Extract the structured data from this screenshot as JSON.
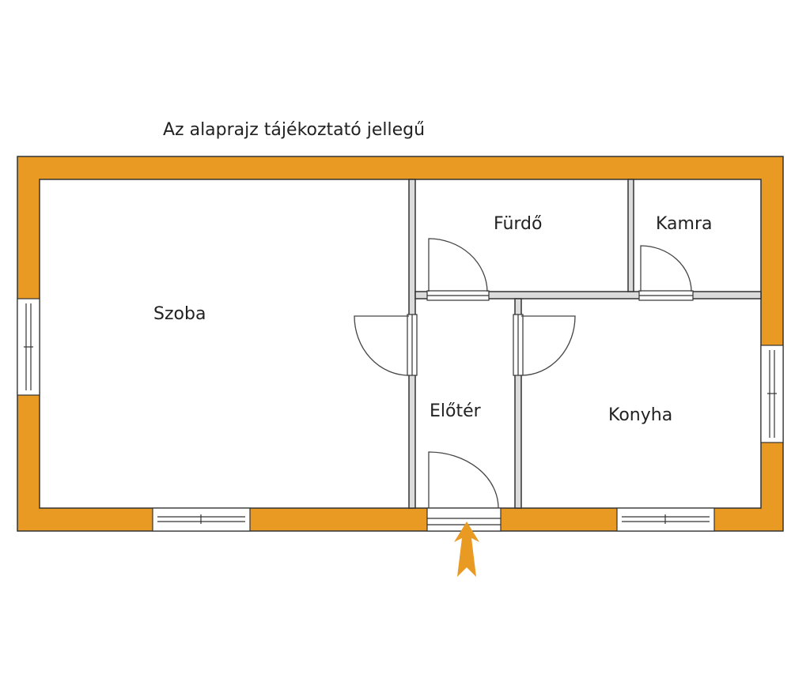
{
  "title": "Az alaprajz tájékoztató jellegű",
  "rooms": {
    "szoba": "Szoba",
    "furdo": "Fürdő",
    "kamra": "Kamra",
    "eloter": "Előtér",
    "konyha": "Konyha"
  },
  "colors": {
    "wall": "#E99A22",
    "partition": "#DCDCDC",
    "line": "#333333"
  }
}
